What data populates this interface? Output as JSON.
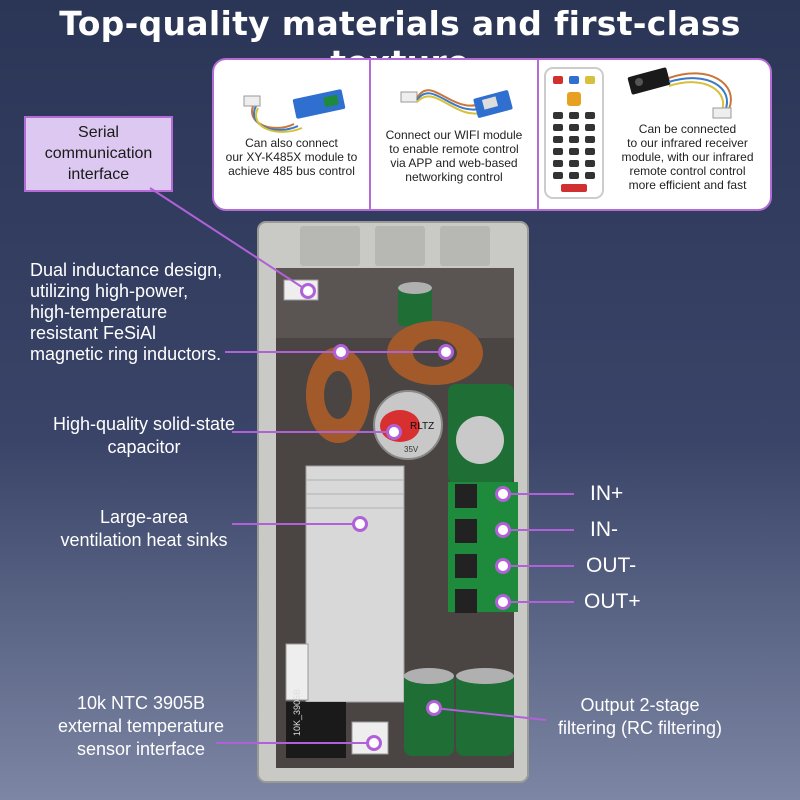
{
  "title": "Top-quality materials and first-class texture",
  "modules": {
    "rs485": {
      "line1": "Can also connect",
      "line2": "our XY-K485X module to",
      "line3": "achieve 485 bus control"
    },
    "wifi": {
      "line1": "Connect our WIFI module",
      "line2": "to enable remote control",
      "line3": "via APP and web-based",
      "line4": "networking control"
    },
    "infrared": {
      "line1": "Can be connected",
      "line2": "to our infrared receiver",
      "line3": "module, with our infrared",
      "line4": "remote control control",
      "line5": "more efficient and fast"
    }
  },
  "callouts": {
    "serial": {
      "line1": "Serial",
      "line2": "communication",
      "line3": "interface"
    },
    "inductors": {
      "line1": "Dual inductance design,",
      "line2": "utilizing high-power,",
      "line3": "high-temperature",
      "line4": "resistant FeSiAl",
      "line5": "magnetic ring inductors."
    },
    "capacitor": {
      "line1": "High-quality solid-state",
      "line2": "capacitor"
    },
    "heatsink": {
      "line1": "Large-area",
      "line2": "ventilation heat sinks"
    },
    "ntc": {
      "line1": "10k NTC 3905B",
      "line2": "external temperature",
      "line3": "sensor interface"
    },
    "filtering": {
      "line1": "Output 2-stage",
      "line2": "filtering (RC filtering)"
    }
  },
  "terminals": [
    "IN+",
    "IN-",
    "OUT-",
    "OUT+"
  ],
  "board_marks": {
    "cap_brand": "RLTZ",
    "cap_rating": "35V",
    "ntc_mark": "10K_3905B"
  },
  "colors": {
    "accent": "#b061d8",
    "panel_border": "#b56bd6",
    "callout_bg": "#dcc8f0",
    "terminal_green": "#1e8a3c"
  }
}
